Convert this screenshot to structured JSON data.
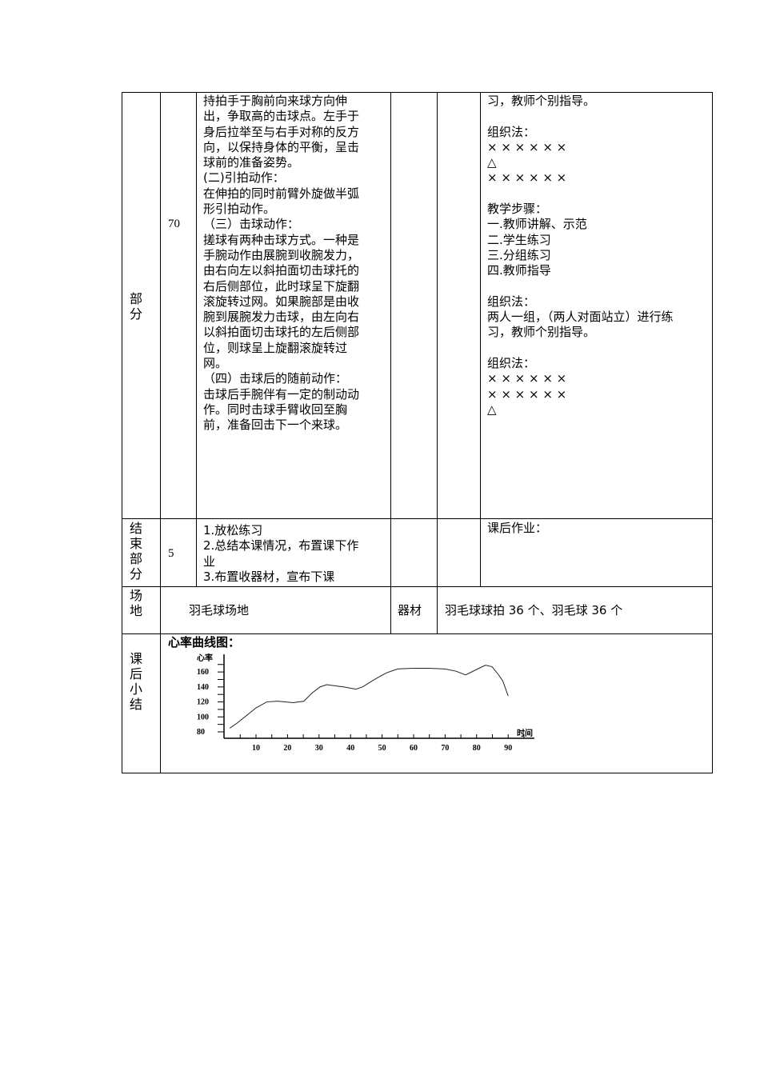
{
  "main_section": {
    "label": "部\n分",
    "minutes": "70",
    "content": "持拍手于胸前向来球方向伸\n出，争取高的击球点。左手于\n身后拉举至与右手对称的反方\n向，以保持身体的平衡，呈击\n球前的准备姿势。\n  (二)引拍动作：\n在伸拍的同时前臂外旋做半弧\n形引拍动作。\n  （三）击球动作：\n搓球有两种击球方式。一种是\n手腕动作由展腕到收腕发力，\n由右向左以斜拍面切击球托的\n右后侧部位，此时球呈下旋翻\n滚旋转过网。如果腕部是由收\n腕到展腕发力击球，由左向右\n以斜拍面切击球托的左后侧部\n位，则球呈上旋翻滚旋转过\n网。\n  （四）击球后的随前动作：\n击球后手腕伴有一定的制动动\n作。同时击球手臂收回至胸\n前，准备回击下一个来球。",
    "method": "习，教师个别指导。\n\n组织法：\n    ×  ×  ×  ×  ×  ×\n△\n    ×  ×  ×  ×  ×  ×\n\n教学步骤：\n一.教师讲解、示范\n二.学生练习\n三.分组练习\n四.教师指导\n\n组织法：\n两人一组，（两人对面站立）进行练\n习，教师个别指导。\n\n组织法：\n    ×  ×  ×  ×  ×  ×\n    ×  ×  ×  ×  ×  ×\n                    △"
  },
  "end_section": {
    "label": "结\n束\n部\n分",
    "minutes": "5",
    "content": "1.放松练习\n2.总结本课情况，布置课下作\n业\n3.布置收器材，宣布下课",
    "method": "课后作业："
  },
  "venue": {
    "label": "场\n地",
    "value": "羽毛球场地",
    "equipment_label": "器材",
    "equipment_value": "羽毛球球拍 36 个、羽毛球 36 个"
  },
  "summary": {
    "label": "课\n后\n小\n结",
    "chart_title": "心率曲线图："
  },
  "chart_data": {
    "type": "line",
    "title": "心率曲线图：",
    "ylabel": "心率",
    "xlabel": "时间",
    "xlim": [
      0,
      100
    ],
    "ylim": [
      80,
      175
    ],
    "x_ticks": [
      10,
      20,
      30,
      40,
      50,
      60,
      70,
      80,
      90
    ],
    "y_ticks": [
      80,
      100,
      120,
      140,
      160
    ],
    "y_tick_labels": [
      "80",
      "100",
      "120",
      "140",
      "160"
    ],
    "grid": false,
    "series": [
      {
        "x": [
          1.7,
          4.1,
          10,
          13.4,
          16.8,
          21.8,
          25.2,
          27.8,
          30.3,
          32.4,
          37.9,
          41.7,
          43.8,
          47.2,
          49.7,
          51.5,
          54.9,
          59.9,
          65,
          70,
          73.5,
          76.5,
          80.3,
          82.8,
          84.9,
          87,
          88.3,
          90
        ],
        "y": [
          85,
          92,
          112,
          120,
          121,
          119,
          121,
          132,
          140,
          143,
          140,
          137,
          140,
          149,
          155,
          159,
          164,
          165,
          165,
          164,
          161,
          156,
          164,
          169,
          167,
          156,
          148,
          128
        ]
      }
    ]
  }
}
